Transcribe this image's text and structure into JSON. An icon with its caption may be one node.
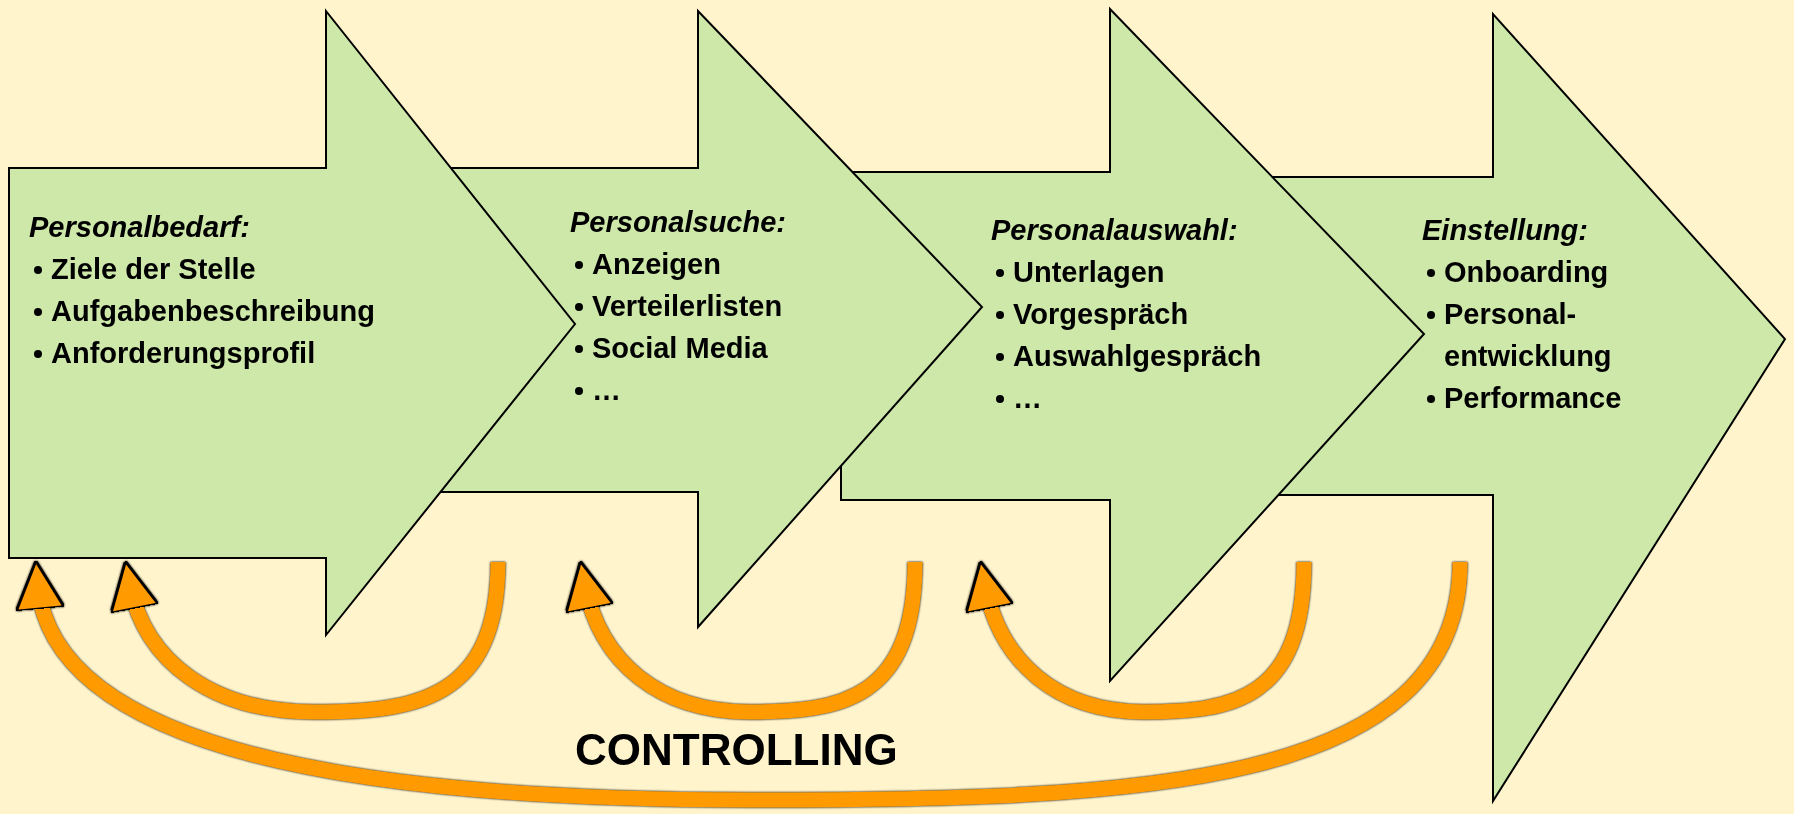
{
  "diagram": {
    "nodes": [
      {
        "text": [
          "Personalbedarf:",
          "Ziele der Stelle",
          "Aufgabenbeschreibung",
          "Anforderungsprofil"
        ]
      },
      {
        "text": [
          "Personalsuche:",
          "Anzeigen",
          "Verteilerlisten",
          "Social Media",
          "…"
        ]
      },
      {
        "text": [
          "Personalauswahl:",
          "Unterlagen",
          "Vorgespräch",
          "Auswahlgespräch",
          "…"
        ]
      },
      {
        "text": [
          "Einstellung:",
          "Onboarding",
          "Personal- entwicklung",
          "Performance"
        ]
      }
    ],
    "edges": [
      {
        "from": 1,
        "to": 0,
        "arrow": "to"
      },
      {
        "from": 2,
        "to": 1,
        "arrow": "to"
      },
      {
        "from": 3,
        "to": 2,
        "arrow": "to"
      },
      {
        "from": 3,
        "to": 0,
        "arrow": "to"
      }
    ],
    "labels": [
      "CONTROLLING"
    ]
  }
}
